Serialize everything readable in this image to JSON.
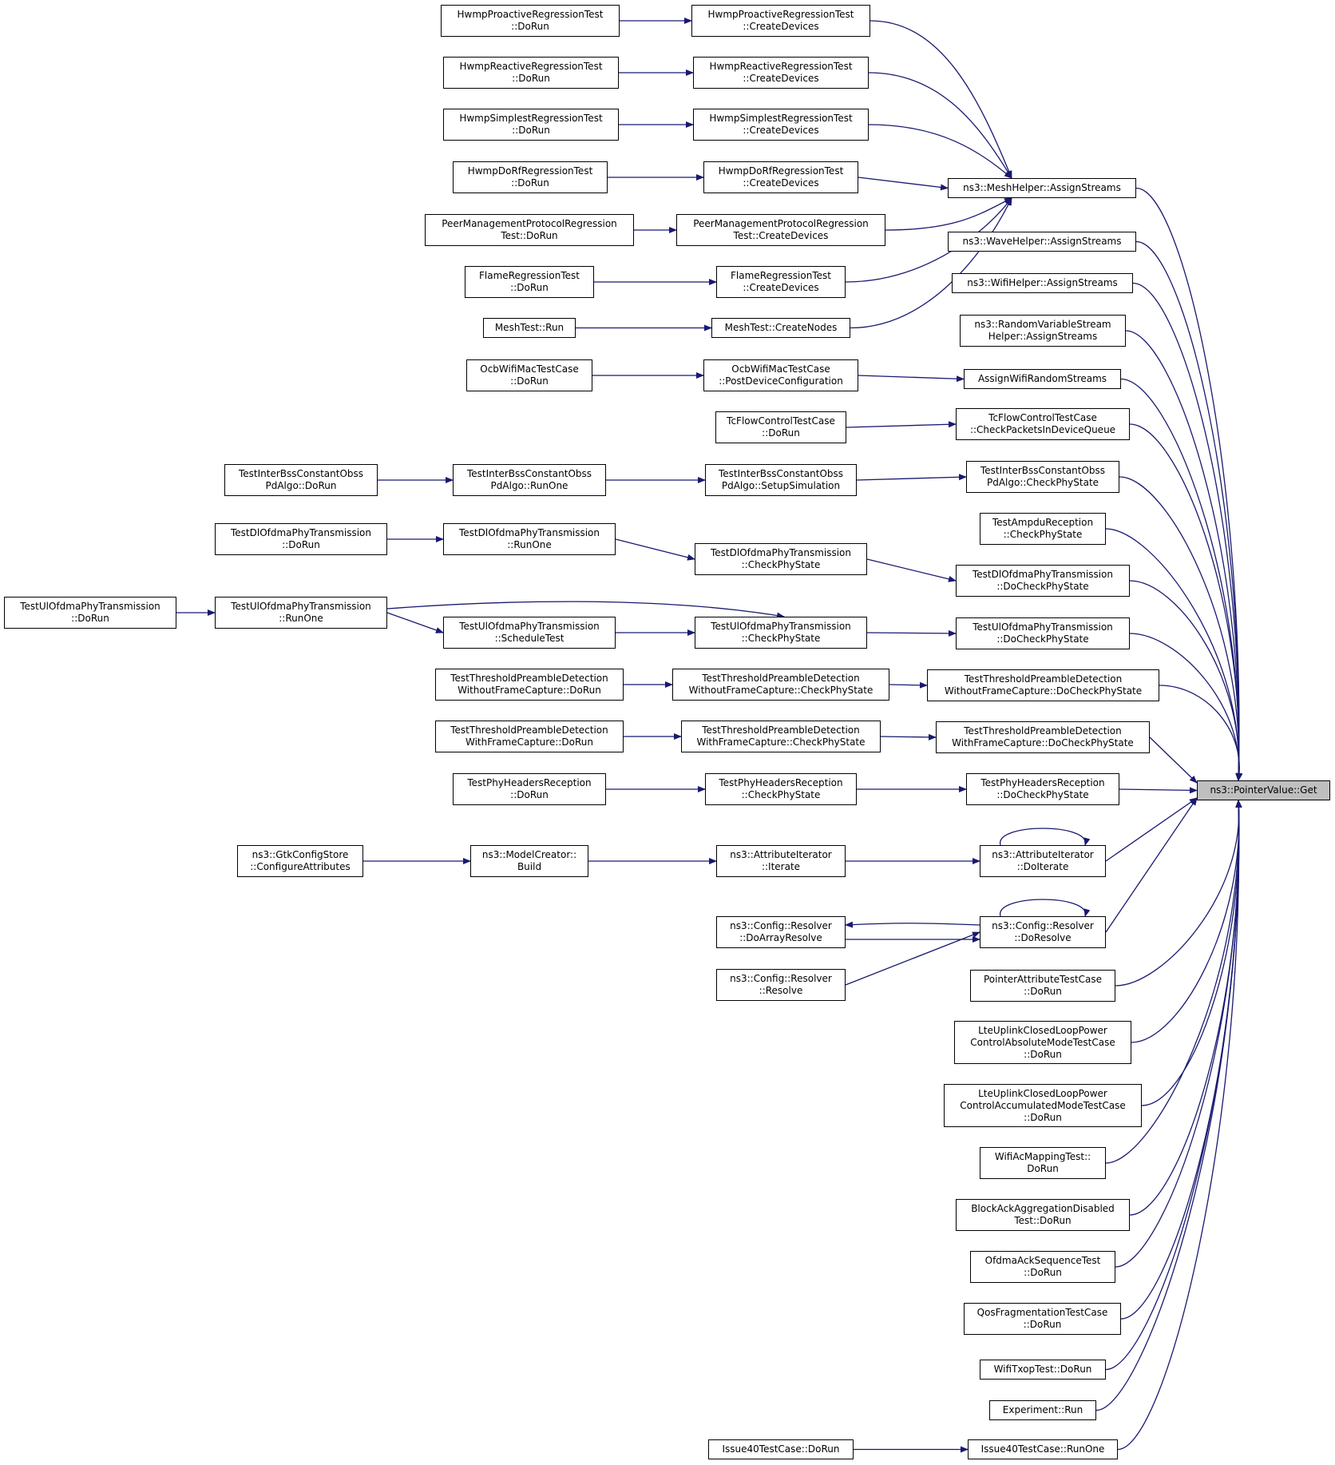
{
  "graph": {
    "edge_color": "#191970",
    "target_fill": "#bfbfbf",
    "nodes": [
      {
        "id": "pv_get",
        "lines": [
          "ns3::PointerValue::Get"
        ],
        "target": true
      },
      {
        "id": "mesh_assign",
        "lines": [
          "ns3::MeshHelper::AssignStreams"
        ]
      },
      {
        "id": "wave_assign",
        "lines": [
          "ns3::WaveHelper::AssignStreams"
        ]
      },
      {
        "id": "wifi_assign",
        "lines": [
          "ns3::WifiHelper::AssignStreams"
        ]
      },
      {
        "id": "rvs_assign",
        "lines": [
          "ns3::RandomVariableStream",
          "Helper::AssignStreams"
        ]
      },
      {
        "id": "assign_wifi_rs",
        "lines": [
          "AssignWifiRandomStreams"
        ]
      },
      {
        "id": "tc_check",
        "lines": [
          "TcFlowControlTestCase",
          "::CheckPacketsInDeviceQueue"
        ]
      },
      {
        "id": "tibcopd_check",
        "lines": [
          "TestInterBssConstantObss",
          "PdAlgo::CheckPhyState"
        ]
      },
      {
        "id": "ampdu_check",
        "lines": [
          "TestAmpduReception",
          "::CheckPhyState"
        ]
      },
      {
        "id": "dl_docheck",
        "lines": [
          "TestDlOfdmaPhyTransmission",
          "::DoCheckPhyState"
        ]
      },
      {
        "id": "ul_docheck",
        "lines": [
          "TestUlOfdmaPhyTransmission",
          "::DoCheckPhyState"
        ]
      },
      {
        "id": "tpd_wo_docheck",
        "lines": [
          "TestThresholdPreambleDetection",
          "WithoutFrameCapture::DoCheckPhyState"
        ]
      },
      {
        "id": "tpd_w_docheck",
        "lines": [
          "TestThresholdPreambleDetection",
          "WithFrameCapture::DoCheckPhyState"
        ]
      },
      {
        "id": "phyhdr_docheck",
        "lines": [
          "TestPhyHeadersReception",
          "::DoCheckPhyState"
        ]
      },
      {
        "id": "attr_doiterate",
        "lines": [
          "ns3::AttributeIterator",
          "::DoIterate"
        ]
      },
      {
        "id": "cfg_doresolve",
        "lines": [
          "ns3::Config::Resolver",
          "::DoResolve"
        ]
      },
      {
        "id": "ptrattr_dorun",
        "lines": [
          "PointerAttributeTestCase",
          "::DoRun"
        ]
      },
      {
        "id": "lte_abs",
        "lines": [
          "LteUplinkClosedLoopPower",
          "ControlAbsoluteModeTestCase",
          "::DoRun"
        ]
      },
      {
        "id": "lte_acc",
        "lines": [
          "LteUplinkClosedLoopPower",
          "ControlAccumulatedModeTestCase",
          "::DoRun"
        ]
      },
      {
        "id": "wifiac_dorun",
        "lines": [
          "WifiAcMappingTest::",
          "DoRun"
        ]
      },
      {
        "id": "blockack_dorun",
        "lines": [
          "BlockAckAggregationDisabled",
          "Test::DoRun"
        ]
      },
      {
        "id": "ofdmaack_dorun",
        "lines": [
          "OfdmaAckSequenceTest",
          "::DoRun"
        ]
      },
      {
        "id": "qosfrag_dorun",
        "lines": [
          "QosFragmentationTestCase",
          "::DoRun"
        ]
      },
      {
        "id": "wifitxop_dorun",
        "lines": [
          "WifiTxopTest::DoRun"
        ]
      },
      {
        "id": "experiment_run",
        "lines": [
          "Experiment::Run"
        ]
      },
      {
        "id": "issue40_runone",
        "lines": [
          "Issue40TestCase::RunOne"
        ]
      },
      {
        "id": "hwmp_pro_create",
        "lines": [
          "HwmpProactiveRegressionTest",
          "::CreateDevices"
        ]
      },
      {
        "id": "hwmp_rea_create",
        "lines": [
          "HwmpReactiveRegressionTest",
          "::CreateDevices"
        ]
      },
      {
        "id": "hwmp_sim_create",
        "lines": [
          "HwmpSimplestRegressionTest",
          "::CreateDevices"
        ]
      },
      {
        "id": "hwmp_dorf_create",
        "lines": [
          "HwmpDoRfRegressionTest",
          "::CreateDevices"
        ]
      },
      {
        "id": "peer_create",
        "lines": [
          "PeerManagementProtocolRegression",
          "Test::CreateDevices"
        ]
      },
      {
        "id": "flame_create",
        "lines": [
          "FlameRegressionTest",
          "::CreateDevices"
        ]
      },
      {
        "id": "meshtest_create",
        "lines": [
          "MeshTest::CreateNodes"
        ]
      },
      {
        "id": "ocb_postdev",
        "lines": [
          "OcbWifiMacTestCase",
          "::PostDeviceConfiguration"
        ]
      },
      {
        "id": "tc_dorun",
        "lines": [
          "TcFlowControlTestCase",
          "::DoRun"
        ]
      },
      {
        "id": "tibcopd_setup",
        "lines": [
          "TestInterBssConstantObss",
          "PdAlgo::SetupSimulation"
        ]
      },
      {
        "id": "dl_check",
        "lines": [
          "TestDlOfdmaPhyTransmission",
          "::CheckPhyState"
        ]
      },
      {
        "id": "ul_check",
        "lines": [
          "TestUlOfdmaPhyTransmission",
          "::CheckPhyState"
        ]
      },
      {
        "id": "tpd_wo_check",
        "lines": [
          "TestThresholdPreambleDetection",
          "WithoutFrameCapture::CheckPhyState"
        ]
      },
      {
        "id": "tpd_w_check",
        "lines": [
          "TestThresholdPreambleDetection",
          "WithFrameCapture::CheckPhyState"
        ]
      },
      {
        "id": "phyhdr_check",
        "lines": [
          "TestPhyHeadersReception",
          "::CheckPhyState"
        ]
      },
      {
        "id": "attr_iterate",
        "lines": [
          "ns3::AttributeIterator",
          "::Iterate"
        ]
      },
      {
        "id": "cfg_doarray",
        "lines": [
          "ns3::Config::Resolver",
          "::DoArrayResolve"
        ]
      },
      {
        "id": "cfg_resolve",
        "lines": [
          "ns3::Config::Resolver",
          "::Resolve"
        ]
      },
      {
        "id": "issue40_dorun",
        "lines": [
          "Issue40TestCase::DoRun"
        ]
      },
      {
        "id": "hwmp_pro_dorun",
        "lines": [
          "HwmpProactiveRegressionTest",
          "::DoRun"
        ]
      },
      {
        "id": "hwmp_rea_dorun",
        "lines": [
          "HwmpReactiveRegressionTest",
          "::DoRun"
        ]
      },
      {
        "id": "hwmp_sim_dorun",
        "lines": [
          "HwmpSimplestRegressionTest",
          "::DoRun"
        ]
      },
      {
        "id": "hwmp_dorf_dorun",
        "lines": [
          "HwmpDoRfRegressionTest",
          "::DoRun"
        ]
      },
      {
        "id": "peer_dorun",
        "lines": [
          "PeerManagementProtocolRegression",
          "Test::DoRun"
        ]
      },
      {
        "id": "flame_dorun",
        "lines": [
          "FlameRegressionTest",
          "::DoRun"
        ]
      },
      {
        "id": "meshtest_run",
        "lines": [
          "MeshTest::Run"
        ]
      },
      {
        "id": "ocb_dorun",
        "lines": [
          "OcbWifiMacTestCase",
          "::DoRun"
        ]
      },
      {
        "id": "tibcopd_runone",
        "lines": [
          "TestInterBssConstantObss",
          "PdAlgo::RunOne"
        ]
      },
      {
        "id": "dl_runone",
        "lines": [
          "TestDlOfdmaPhyTransmission",
          "::RunOne"
        ]
      },
      {
        "id": "ul_schedule",
        "lines": [
          "TestUlOfdmaPhyTransmission",
          "::ScheduleTest"
        ]
      },
      {
        "id": "tpd_wo_dorun",
        "lines": [
          "TestThresholdPreambleDetection",
          "WithoutFrameCapture::DoRun"
        ]
      },
      {
        "id": "tpd_w_dorun",
        "lines": [
          "TestThresholdPreambleDetection",
          "WithFrameCapture::DoRun"
        ]
      },
      {
        "id": "phyhdr_dorun",
        "lines": [
          "TestPhyHeadersReception",
          "::DoRun"
        ]
      },
      {
        "id": "model_build",
        "lines": [
          "ns3::ModelCreator::",
          "Build"
        ]
      },
      {
        "id": "tibcopd_dorun",
        "lines": [
          "TestInterBssConstantObss",
          "PdAlgo::DoRun"
        ]
      },
      {
        "id": "dl_dorun",
        "lines": [
          "TestDlOfdmaPhyTransmission",
          "::DoRun"
        ]
      },
      {
        "id": "ul_runone",
        "lines": [
          "TestUlOfdmaPhyTransmission",
          "::RunOne"
        ]
      },
      {
        "id": "gtk_config",
        "lines": [
          "ns3::GtkConfigStore",
          "::ConfigureAttributes"
        ]
      },
      {
        "id": "ul_dorun",
        "lines": [
          "TestUlOfdmaPhyTransmission",
          "::DoRun"
        ]
      }
    ],
    "edges": [
      [
        "hwmp_pro_dorun",
        "hwmp_pro_create"
      ],
      [
        "hwmp_rea_dorun",
        "hwmp_rea_create"
      ],
      [
        "hwmp_sim_dorun",
        "hwmp_sim_create"
      ],
      [
        "hwmp_dorf_dorun",
        "hwmp_dorf_create"
      ],
      [
        "peer_dorun",
        "peer_create"
      ],
      [
        "flame_dorun",
        "flame_create"
      ],
      [
        "meshtest_run",
        "meshtest_create"
      ],
      [
        "ocb_dorun",
        "ocb_postdev"
      ],
      [
        "hwmp_pro_create",
        "mesh_assign"
      ],
      [
        "hwmp_rea_create",
        "mesh_assign"
      ],
      [
        "hwmp_sim_create",
        "mesh_assign"
      ],
      [
        "hwmp_dorf_create",
        "mesh_assign"
      ],
      [
        "peer_create",
        "mesh_assign"
      ],
      [
        "flame_create",
        "mesh_assign"
      ],
      [
        "meshtest_create",
        "mesh_assign"
      ],
      [
        "ocb_postdev",
        "assign_wifi_rs"
      ],
      [
        "tc_dorun",
        "tc_check"
      ],
      [
        "tibcopd_dorun",
        "tibcopd_runone"
      ],
      [
        "tibcopd_runone",
        "tibcopd_setup"
      ],
      [
        "tibcopd_setup",
        "tibcopd_check"
      ],
      [
        "dl_dorun",
        "dl_runone"
      ],
      [
        "dl_runone",
        "dl_check"
      ],
      [
        "dl_check",
        "dl_docheck"
      ],
      [
        "ul_dorun",
        "ul_runone"
      ],
      [
        "ul_runone",
        "ul_schedule"
      ],
      [
        "ul_runone",
        "ul_check"
      ],
      [
        "ul_schedule",
        "ul_check"
      ],
      [
        "ul_check",
        "ul_docheck"
      ],
      [
        "tpd_wo_dorun",
        "tpd_wo_check"
      ],
      [
        "tpd_wo_check",
        "tpd_wo_docheck"
      ],
      [
        "tpd_w_dorun",
        "tpd_w_check"
      ],
      [
        "tpd_w_check",
        "tpd_w_docheck"
      ],
      [
        "phyhdr_dorun",
        "phyhdr_check"
      ],
      [
        "phyhdr_check",
        "phyhdr_docheck"
      ],
      [
        "gtk_config",
        "model_build"
      ],
      [
        "model_build",
        "attr_iterate"
      ],
      [
        "attr_iterate",
        "attr_doiterate"
      ],
      [
        "attr_doiterate",
        "attr_doiterate"
      ],
      [
        "cfg_doresolve",
        "cfg_doresolve"
      ],
      [
        "cfg_doresolve",
        "cfg_doarray"
      ],
      [
        "cfg_doarray",
        "cfg_doresolve"
      ],
      [
        "cfg_resolve",
        "cfg_doresolve"
      ],
      [
        "issue40_dorun",
        "issue40_runone"
      ],
      [
        "mesh_assign",
        "pv_get"
      ],
      [
        "wave_assign",
        "pv_get"
      ],
      [
        "wifi_assign",
        "pv_get"
      ],
      [
        "rvs_assign",
        "pv_get"
      ],
      [
        "assign_wifi_rs",
        "pv_get"
      ],
      [
        "tc_check",
        "pv_get"
      ],
      [
        "tibcopd_check",
        "pv_get"
      ],
      [
        "ampdu_check",
        "pv_get"
      ],
      [
        "dl_docheck",
        "pv_get"
      ],
      [
        "ul_docheck",
        "pv_get"
      ],
      [
        "tpd_wo_docheck",
        "pv_get"
      ],
      [
        "tpd_w_docheck",
        "pv_get"
      ],
      [
        "phyhdr_docheck",
        "pv_get"
      ],
      [
        "attr_doiterate",
        "pv_get"
      ],
      [
        "cfg_doresolve",
        "pv_get"
      ],
      [
        "ptrattr_dorun",
        "pv_get"
      ],
      [
        "lte_abs",
        "pv_get"
      ],
      [
        "lte_acc",
        "pv_get"
      ],
      [
        "wifiac_dorun",
        "pv_get"
      ],
      [
        "blockack_dorun",
        "pv_get"
      ],
      [
        "ofdmaack_dorun",
        "pv_get"
      ],
      [
        "qosfrag_dorun",
        "pv_get"
      ],
      [
        "wifitxop_dorun",
        "pv_get"
      ],
      [
        "experiment_run",
        "pv_get"
      ],
      [
        "issue40_runone",
        "pv_get"
      ]
    ]
  }
}
